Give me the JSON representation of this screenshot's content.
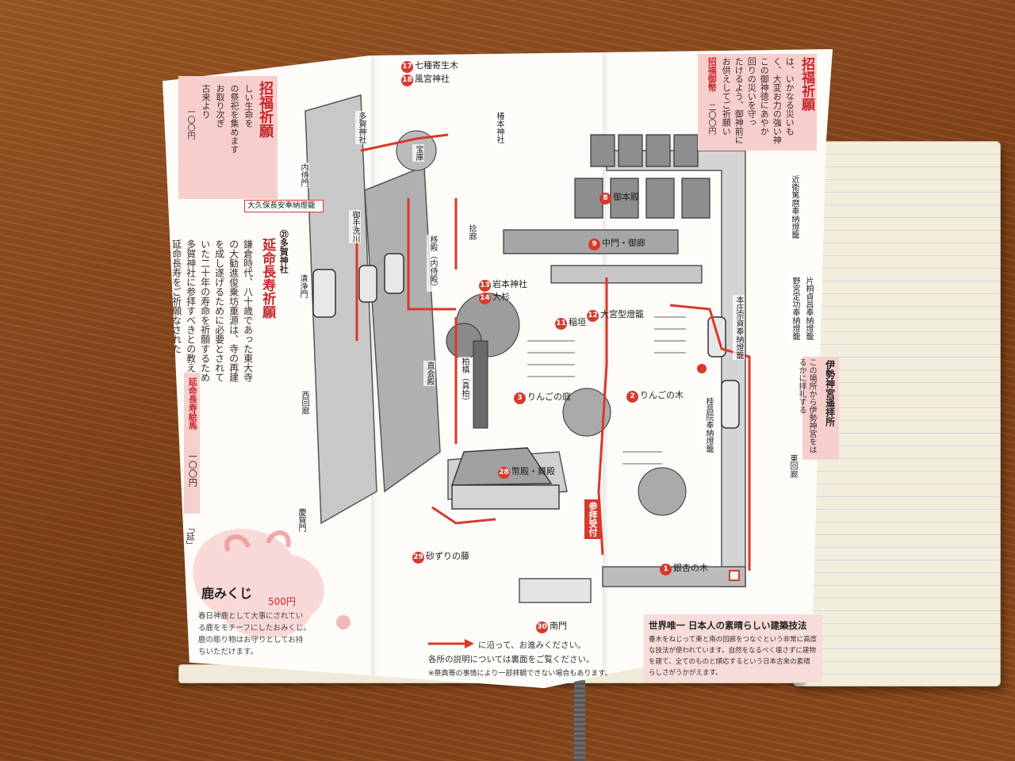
{
  "wood_color": "#8a4a1e",
  "accent_red": "#d9382c",
  "left_panel": {
    "heading_top": "招福祈願",
    "shrine_21": "㉑多賀神社",
    "heading_long": "延命長寿祈願",
    "col_text_1": "鎌倉時代、八十歳であった東大寺",
    "col_text_2": "の大勧進俊乗坊重源は、寺の再建",
    "col_text_3": "を成し遂げるために必要とされて",
    "col_text_4": "いた二十年の寿命を祈願するため",
    "col_text_5": "多賀神社に参拝すべきとの教えを戴き",
    "col_text_6": "延命長寿をご祈願なされた",
    "ema_title": "延命長寿絵馬",
    "ema_price": "一〇〇円",
    "small_text_1": "しい生命を",
    "small_text_2": "の祭祀を集めます",
    "small_text_3": "お取り次ぎ",
    "small_text_4": "古来より",
    "fee_small": "一〇〇円",
    "char_shou": "「延」"
  },
  "omikuji": {
    "title": "鹿みくじ",
    "price": "500円",
    "desc_line_1": "春日神鹿として大事にされてい",
    "desc_line_2": "る鹿をモチーフにしたおみくじ。",
    "desc_line_3": "鹿の彫り物はお守りとしてお持",
    "desc_line_4": "ちいただけます。"
  },
  "right_panel": {
    "heading": "招福祈願",
    "heading_sub": "招福御幣",
    "price": "二〇〇円",
    "text_1": "は、いかなる災いも",
    "text_2": "く、大変お力の強い神",
    "text_3": "この御神徳にあやか",
    "text_4": "回りの災いを守っ",
    "text_5": "たけるよう、御神前に",
    "text_6": "お供えしてご祈願い"
  },
  "map_labels": {
    "l1": "銀杏の木",
    "l2": "りんごの木",
    "l3": "りんごの庭",
    "l4": "桂昌院奉納燈籠",
    "l5": "本庄宗資奉納燈籠",
    "l6": "片桐貞昌奉納燈籠",
    "l7": "野宮定功奉納燈籠",
    "l8": "御本殿",
    "l9": "中門・御廊",
    "l10": "近衛篤麿奉納燈籠",
    "l11": "稲垣",
    "l12": "大宮型燈籠",
    "l13": "岩本神社",
    "l14": "大杉",
    "l15": "移殿（内侍殿）",
    "l16": "捻廊",
    "l17": "七種寄生木",
    "l18": "風宮神社",
    "l19": "宝庫",
    "l20": "椿本神社",
    "l21": "多賀神社",
    "l22": "御手洗川",
    "l23": "内侍門",
    "l24": "大久保長安奉納燈籠",
    "l25": "清浄門",
    "l26": "柏槙（真柏）",
    "l27": "直会殿",
    "l28": "幣殿・舞殿",
    "l29": "砂ずりの藤",
    "l30": "南門",
    "west_corridor": "西回廊",
    "east_corridor": "東回廊",
    "keiga_gate": "慶賀門",
    "reception": "参拝受付"
  },
  "ise_box": {
    "title": "伊勢神宮遥拝所",
    "desc": "この場所から伊勢神宮をはるかに拝礼する"
  },
  "architecture_box": {
    "title": "世界唯一 日本人の素晴らしい建築技法",
    "line_1": "垂木をねじって東と南の回廊をつなぐという非常に高度",
    "line_2": "な技法が使われています。自然をなるべく壊さずに建物",
    "line_3": "を建て、全てのものと順応するという日本古来の素晴",
    "line_4": "らしさがうかがえます。"
  },
  "footer": {
    "arrow_text": "に沿って、お進みください。",
    "line_2": "各所の説明については裏面をご覧ください。",
    "line_3": "※祭典等の事情により一部拝観できない場合もあります。"
  }
}
